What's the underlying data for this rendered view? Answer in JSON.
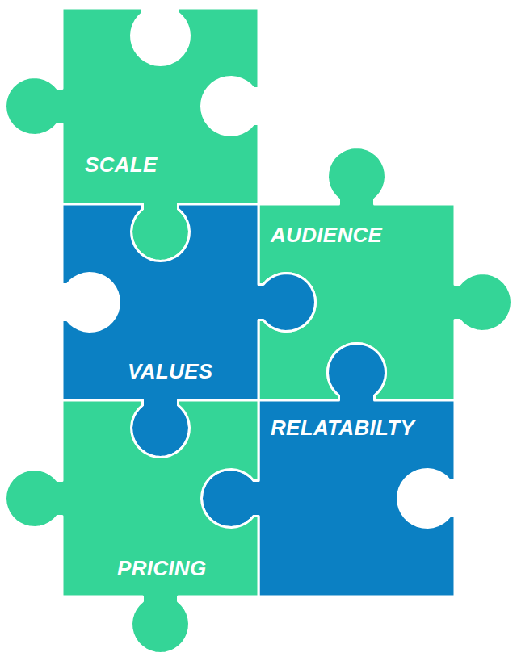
{
  "diagram": {
    "nodes": [
      {
        "text": [
          "SCALE"
        ]
      },
      {
        "text": [
          "AUDIENCE"
        ]
      },
      {
        "text": [
          "VALUES"
        ]
      },
      {
        "text": [
          "RELATABILTY"
        ]
      },
      {
        "text": [
          "PRICING"
        ]
      }
    ]
  }
}
